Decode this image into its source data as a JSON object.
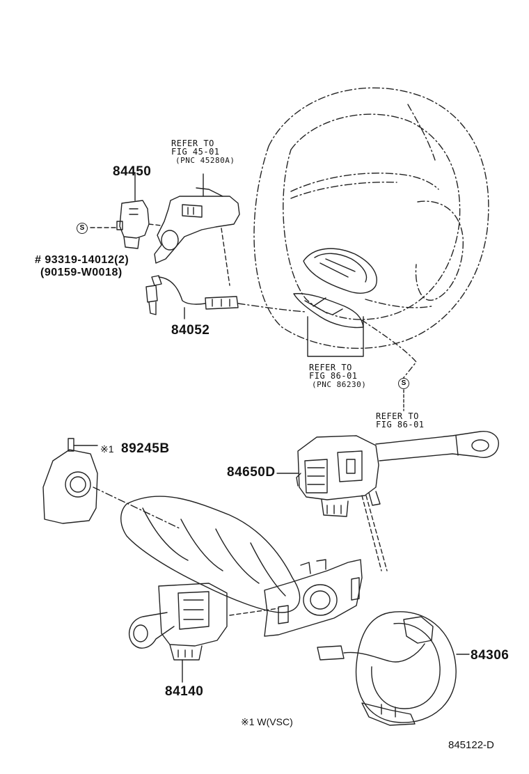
{
  "diagram": {
    "parts": {
      "p84450": "84450",
      "p84052": "84052",
      "p84650d": "84650D",
      "p89245b": "89245B",
      "p84140": "84140",
      "p84306": "84306"
    },
    "bolt": {
      "line1": "# 93319-14012(2)",
      "line2": "(90159-W0018)",
      "marker": "S"
    },
    "refs": {
      "ref45": {
        "l1": "REFER TO",
        "l2": "FIG 45-01",
        "l3": "(PNC 45280A)"
      },
      "ref86a": {
        "l1": "REFER TO",
        "l2": "FIG 86-01",
        "l3": "(PNC 86230)"
      },
      "ref86b": {
        "l1": "REFER TO",
        "l2": "FIG 86-01",
        "marker": "S"
      }
    },
    "condition_mark": "※1",
    "footnote": "※1 W(VSC)",
    "figure_id": "845122-D"
  }
}
